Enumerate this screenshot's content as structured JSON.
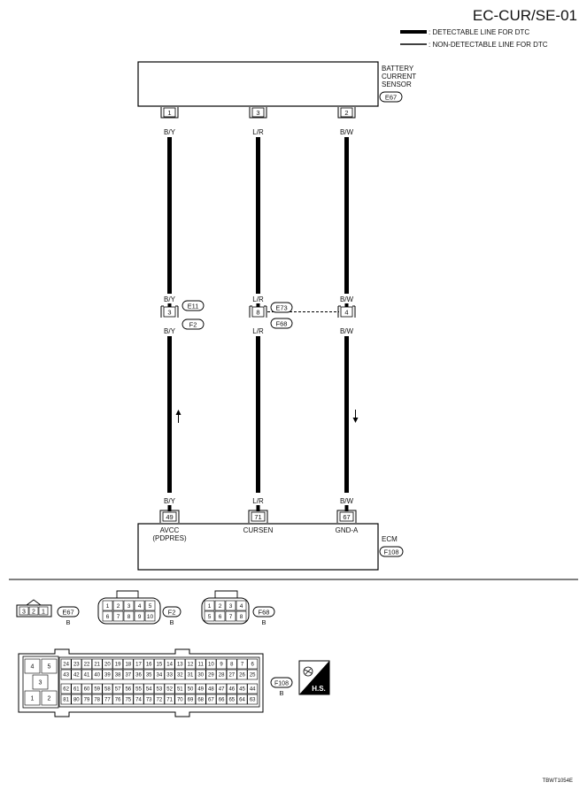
{
  "header": {
    "code": "EC-CUR/SE-01",
    "legend": [
      {
        "style": "thick",
        "text": ": DETECTABLE LINE FOR DTC"
      },
      {
        "style": "thin",
        "text": ": NON-DETECTABLE LINE FOR DTC"
      }
    ]
  },
  "sensor": {
    "name_lines": [
      "BATTERY",
      "CURRENT",
      "SENSOR"
    ],
    "connector": "E67"
  },
  "wires": [
    {
      "id": "left",
      "sensor_pin": "1",
      "color": "B/Y",
      "junction_pin": "3",
      "ecm_pin": "49",
      "ecm_label_lines": [
        "AVCC",
        "(PDPRES)"
      ],
      "arrow": "up"
    },
    {
      "id": "middle",
      "sensor_pin": "3",
      "color": "L/R",
      "junction_pin": "8",
      "ecm_pin": "71",
      "ecm_label_lines": [
        "CURSEN"
      ],
      "arrow": ""
    },
    {
      "id": "right",
      "sensor_pin": "2",
      "color": "B/W",
      "junction_pin": "4",
      "ecm_pin": "67",
      "ecm_label_lines": [
        "GND-A"
      ],
      "arrow": "down"
    }
  ],
  "junctions": {
    "left_connectors": [
      "E11",
      "F2"
    ],
    "middle_connectors": [
      "E73",
      "F68"
    ]
  },
  "ecm": {
    "name": "ECM",
    "connector": "F108"
  },
  "connector_views": {
    "e67": {
      "id": "E67",
      "color": "B",
      "pins": [
        "3",
        "2",
        "1"
      ]
    },
    "f2": {
      "id": "F2",
      "color": "B",
      "rows": [
        [
          "1",
          "2",
          "3",
          "4",
          "5"
        ],
        [
          "6",
          "7",
          "8",
          "9",
          "10"
        ]
      ]
    },
    "f68": {
      "id": "F68",
      "color": "B",
      "rows": [
        [
          "1",
          "2",
          "3",
          "4"
        ],
        [
          "5",
          "6",
          "7",
          "8"
        ]
      ]
    },
    "f108": {
      "id": "F108",
      "color": "B",
      "small_pins": [
        "4",
        "5",
        "3",
        "1",
        "2"
      ],
      "rows": [
        [
          "24",
          "23",
          "22",
          "21",
          "20",
          "19",
          "18",
          "17",
          "16",
          "15",
          "14",
          "13",
          "12",
          "11",
          "10",
          "9",
          "8",
          "7",
          "6"
        ],
        [
          "43",
          "42",
          "41",
          "40",
          "39",
          "38",
          "37",
          "36",
          "35",
          "34",
          "33",
          "32",
          "31",
          "30",
          "29",
          "28",
          "27",
          "26",
          "25"
        ],
        [
          "62",
          "61",
          "60",
          "59",
          "58",
          "57",
          "56",
          "55",
          "54",
          "53",
          "52",
          "51",
          "50",
          "49",
          "48",
          "47",
          "46",
          "45",
          "44"
        ],
        [
          "81",
          "80",
          "79",
          "78",
          "77",
          "76",
          "75",
          "74",
          "73",
          "72",
          "71",
          "70",
          "69",
          "68",
          "67",
          "66",
          "65",
          "64",
          "63"
        ]
      ]
    }
  },
  "hs_badge": "H.S.",
  "footer_code": "TBWT1054E"
}
